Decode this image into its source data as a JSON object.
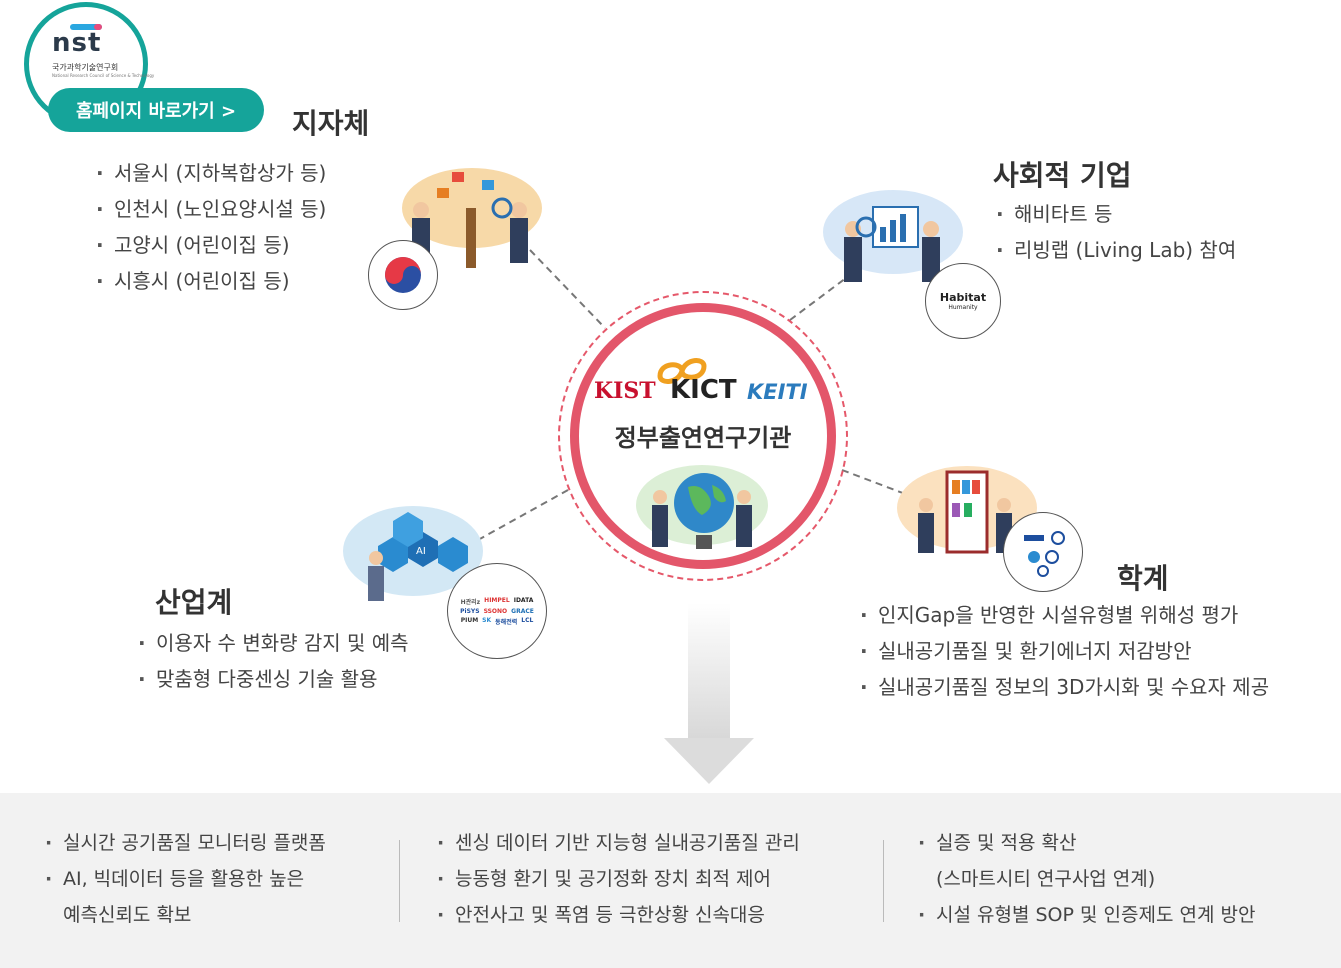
{
  "nst": {
    "name": "nst",
    "org_kr": "국가과학기술연구회",
    "org_en": "National Research Council of Science & Technology",
    "home_button": "홈페이지 바로가기 >"
  },
  "center": {
    "logos": [
      "KIST",
      "KICT",
      "KEITI"
    ],
    "title": "정부출연연구기관"
  },
  "local_gov": {
    "title": "지자체",
    "items": [
      "서울시 (지하복합상가 등)",
      "인천시 (노인요양시설 등)",
      "고양시 (어린이집 등)",
      "시흥시 (어린이집 등)"
    ]
  },
  "social": {
    "title": "사회적 기업",
    "items": [
      "해비타트 등",
      "리빙랩 (Living Lab) 참여"
    ],
    "logo_text": "Habitat",
    "logo_sub": "Humanity"
  },
  "industry": {
    "title": "산업계",
    "items": [
      "이용자 수 변화량 감지 및 예측",
      "맞춤형 다중센싱 기술 활용"
    ],
    "logo_texts": [
      "H관리z",
      "HIMPEL",
      "IDATA",
      "PiSYS",
      "SSONO",
      "GRACE",
      "PIUM",
      "SK",
      "동해전력",
      "LCL"
    ],
    "ai_label": "AI"
  },
  "academia": {
    "title": "학계",
    "items": [
      "인지Gap을 반영한 시설유형별 위해성 평가",
      "실내공기품질 및 환기에너지 저감방안",
      "실내공기품질 정보의 3D가시화 및 수요자 제공"
    ]
  },
  "bottom": {
    "col1": [
      "실시간 공기품질 모니터링 플랫폼",
      "AI, 빅데이터 등을 활용한 높은",
      "예측신뢰도 확보"
    ],
    "col2": [
      "센싱 데이터 기반 지능형 실내공기품질 관리",
      "능동형 환기 및 공기정화 장치 최적 제어",
      "안전사고 및 폭염 등 극한상황 신속대응"
    ],
    "col3": [
      "실증 및 적용 확산",
      "(스마트시티 연구사업 연계)",
      "시설 유형별 SOP 및 인증제도 연계 방안"
    ]
  },
  "colors": {
    "teal": "#15a49a",
    "red": "#e3566a",
    "gray_box": "#f2f2f2"
  }
}
